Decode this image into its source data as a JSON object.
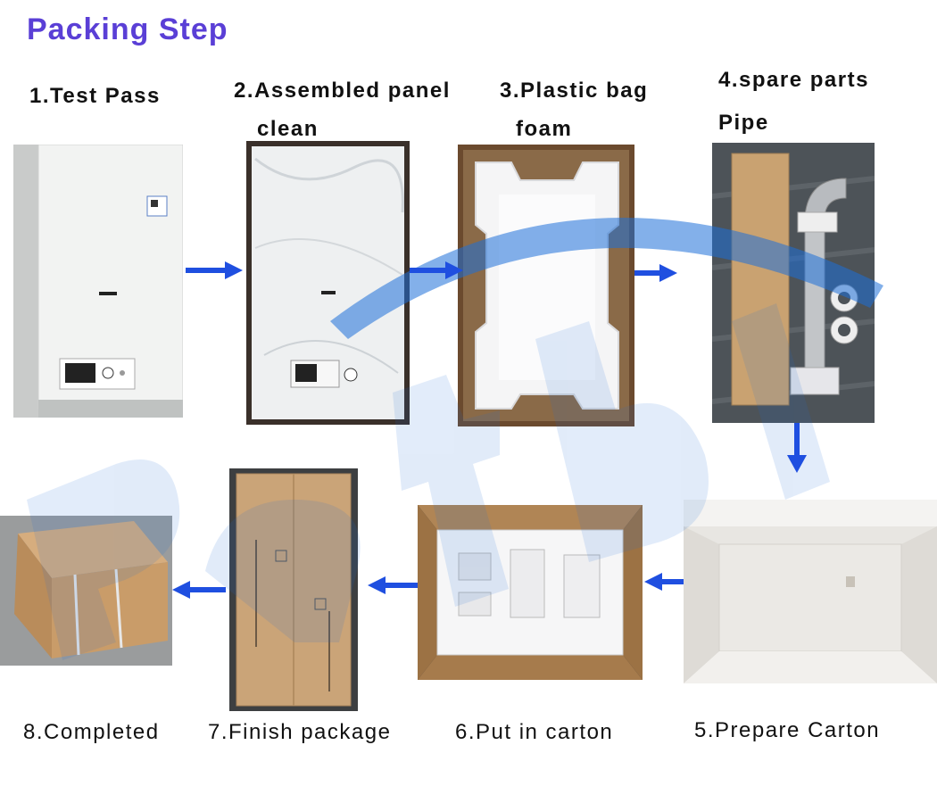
{
  "page": {
    "title": "Packing Step",
    "colors": {
      "title": "#5a3fd6",
      "arrow": "#1f4fe0",
      "watermark": "#1e6fd9"
    }
  },
  "steps": [
    {
      "label_line1": "1.Test Pass",
      "label_line2": ""
    },
    {
      "label_line1": "2.Assembled panel",
      "label_line2": "clean"
    },
    {
      "label_line1": "3.Plastic bag",
      "label_line2": "foam"
    },
    {
      "label_line1": "4.spare parts",
      "label_line2": "Pipe"
    },
    {
      "label_line1": "5.Prepare Carton",
      "label_line2": ""
    },
    {
      "label_line1": "6.Put in carton",
      "label_line2": ""
    },
    {
      "label_line1": "7.Finish package",
      "label_line2": ""
    },
    {
      "label_line1": "8.Completed",
      "label_line2": ""
    }
  ]
}
